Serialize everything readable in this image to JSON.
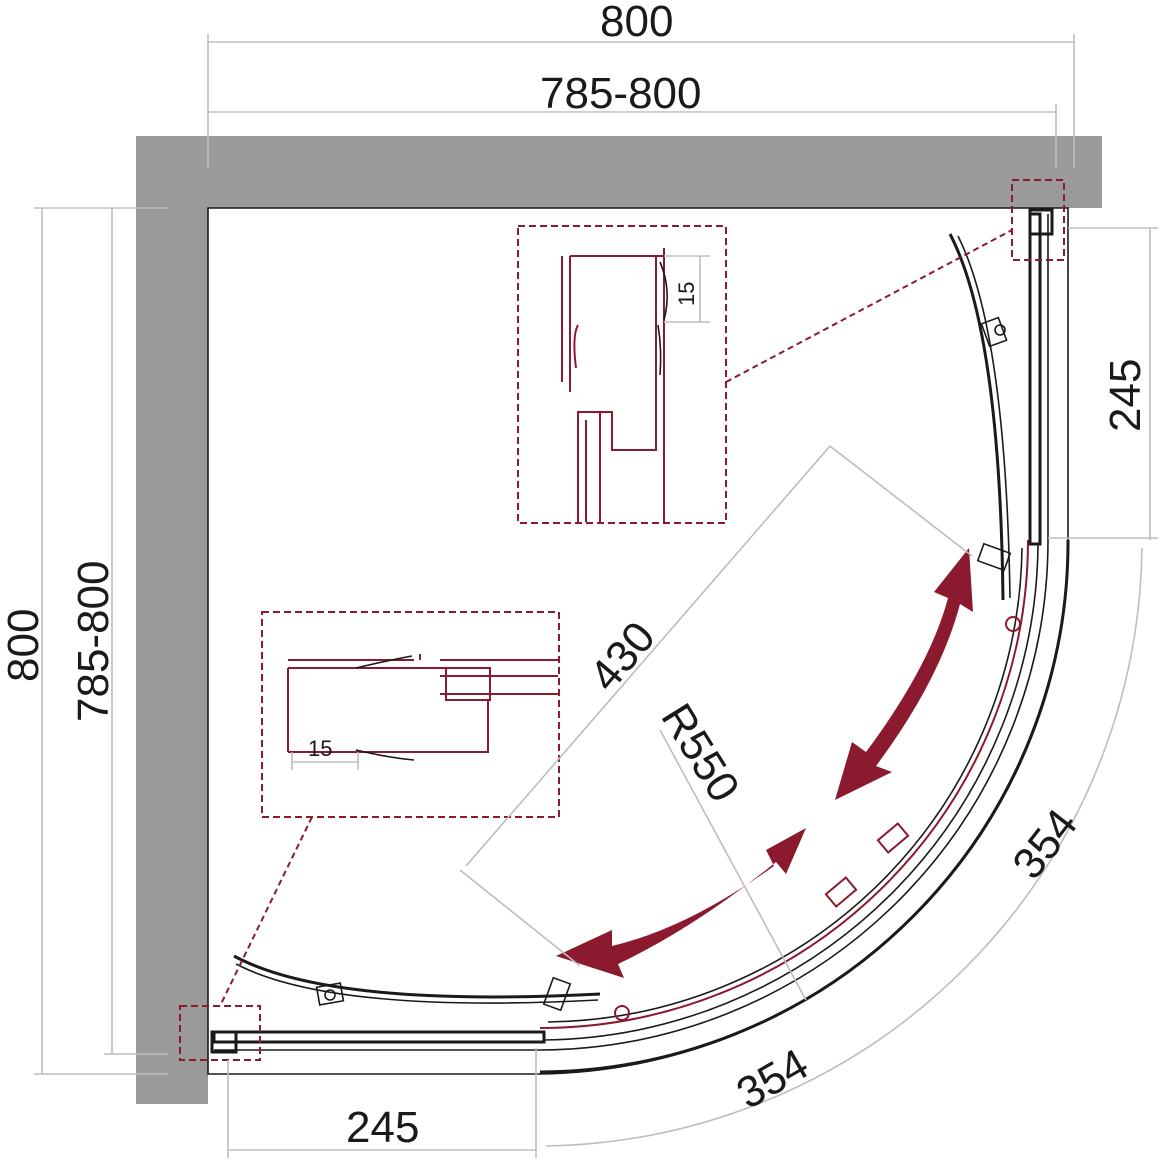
{
  "dimensions": {
    "overall_width": "800",
    "adjustable_width": "785-800",
    "overall_depth": "800",
    "adjustable_depth": "785-800",
    "side_panel_right": "245",
    "side_panel_bottom": "245",
    "arc_right": "354",
    "arc_bottom": "354",
    "entrance": "430",
    "radius": "R550"
  },
  "details": {
    "top_detail_offset": "15",
    "left_detail_offset": "15"
  },
  "colors": {
    "accent": "#8b1a2e",
    "wall": "#9a9a9a",
    "dimension_line": "#bdbdbd",
    "profile": "#1a1a1a"
  }
}
